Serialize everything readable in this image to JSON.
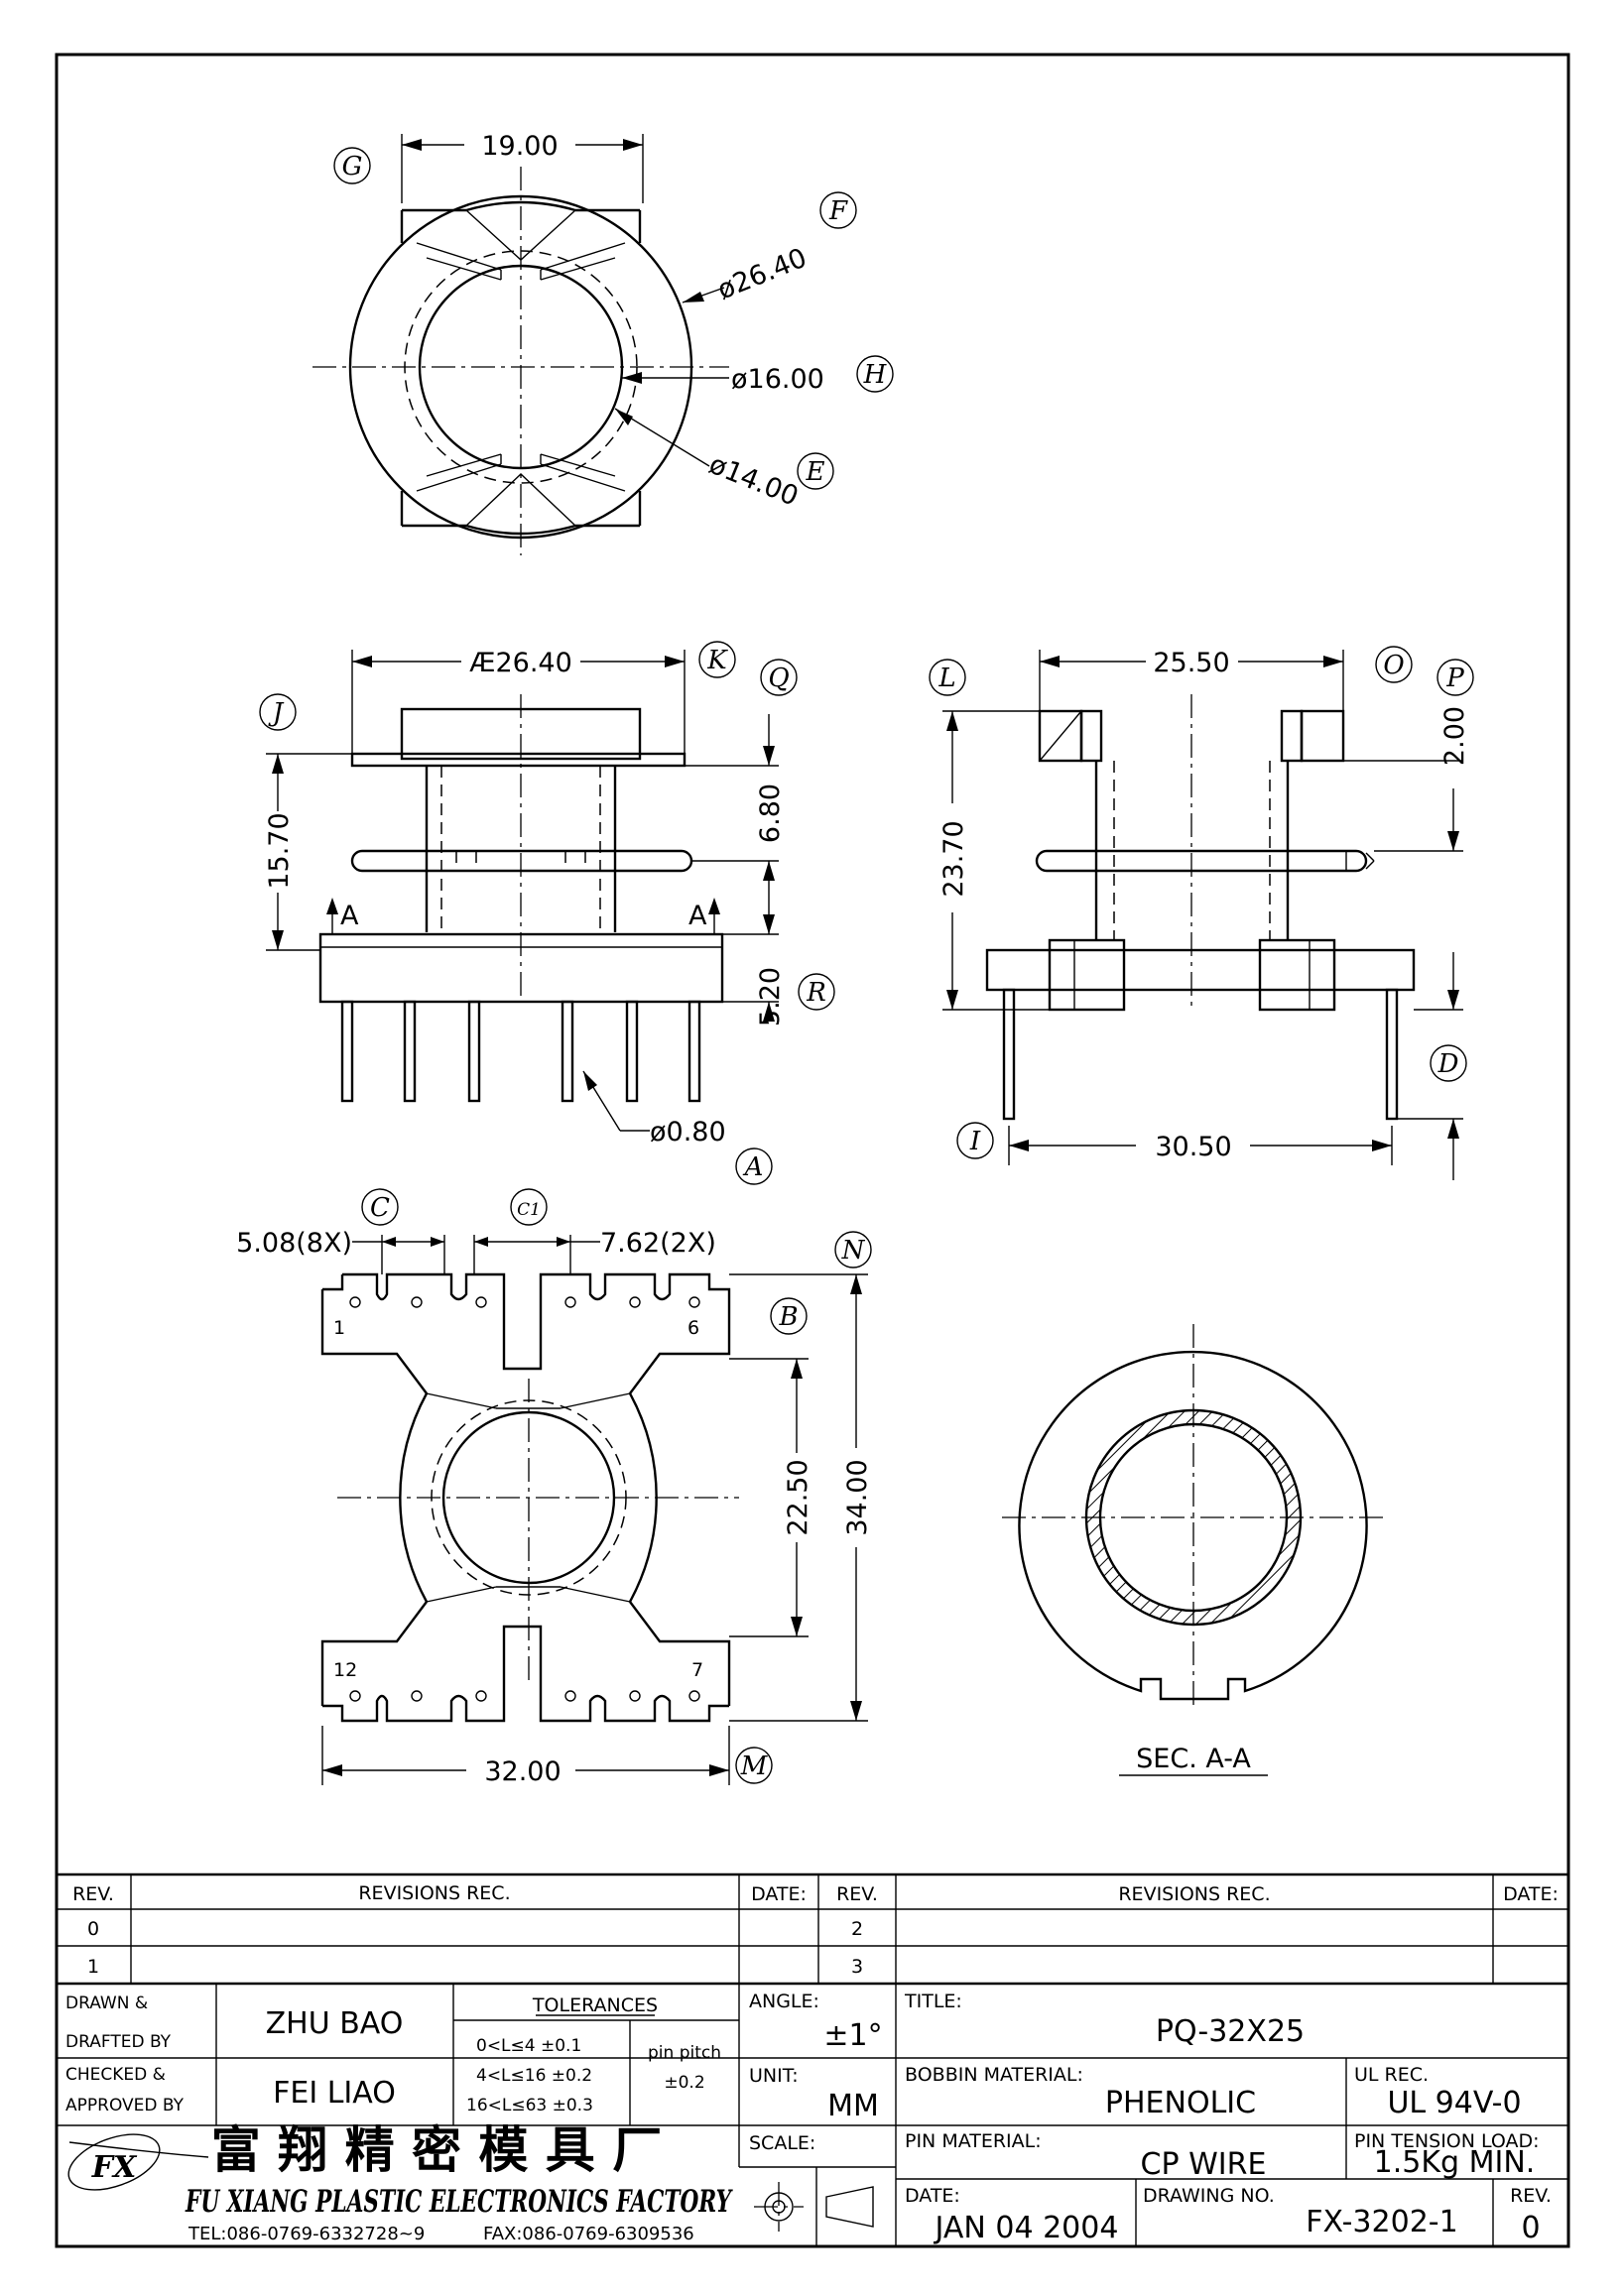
{
  "views": {
    "top": {
      "width": "19.00",
      "outer_dia": "ø26.40",
      "bore_dia": "ø16.00",
      "inner_dia": "ø14.00",
      "labels": {
        "g": "G",
        "f": "F",
        "h": "H",
        "e": "E"
      }
    },
    "front": {
      "flange_width": "Æ26.40",
      "flange_height": "15.70",
      "upper_gap": "6.80",
      "base_height": "5.20",
      "pin_dia": "ø0.80",
      "section_mark": "A",
      "labels": {
        "k": "K",
        "q": "Q",
        "j": "J",
        "r": "R",
        "a": "A"
      }
    },
    "side": {
      "top_width": "25.50",
      "total_height": "23.70",
      "flange_thk": "2.00",
      "base_width": "30.50",
      "labels": {
        "l": "L",
        "o": "O",
        "p": "P",
        "d": "D",
        "i": "I"
      }
    },
    "bottom": {
      "pin_pitch": "5.08(8X)",
      "center_pitch": "7.62(2X)",
      "inner_height": "22.50",
      "total_height": "34.00",
      "total_width": "32.00",
      "pins": {
        "p1": "1",
        "p6": "6",
        "p12": "12",
        "p7": "7"
      },
      "labels": {
        "c": "C",
        "c1": "C1",
        "n": "N",
        "b": "B",
        "m": "M"
      }
    },
    "section": {
      "caption": "SEC. A-A"
    }
  },
  "title_block": {
    "rev_header": "REV.",
    "revisions_header": "REVISIONS    REC.",
    "date_header": "DATE:",
    "revs_left": [
      "0",
      "1"
    ],
    "revs_right": [
      "2",
      "3"
    ],
    "drawn_label": [
      "DRAWN  &",
      "DRAFTED BY"
    ],
    "drawn_value": "ZHU   BAO",
    "checked_label": [
      "CHECKED  &",
      "APPROVED BY"
    ],
    "checked_value": "FEI LIAO",
    "tolerances_label": "TOLERANCES",
    "tolerances": [
      "0<L≤4    ±0.1",
      "4<L≤16  ±0.2",
      "16<L≤63  ±0.3"
    ],
    "pin_pitch_label": "pin pitch",
    "pin_pitch_value": "±0.2",
    "angle_label": "ANGLE:",
    "angle_value": "±1°",
    "unit_label": "UNIT:",
    "unit_value": "MM",
    "scale_label": "SCALE:",
    "title_label": "TITLE:",
    "title_value": "PQ-32X25",
    "bobbin_label": "BOBBIN MATERIAL:",
    "bobbin_value": "PHENOLIC",
    "ul_label": "UL REC.",
    "ul_value": "UL 94V-0",
    "pin_material_label": "PIN MATERIAL:",
    "pin_material_value": "CP WIRE",
    "pin_tension_label": "PIN TENSION LOAD:",
    "pin_tension_value": "1.5Kg  MIN.",
    "date_label": "DATE:",
    "date_value": "JAN 04 2004",
    "drawing_no_label": "DRAWING NO.",
    "drawing_no_value": "FX-3202-1",
    "rev_label": "REV.",
    "rev_value": "0",
    "company_cn": "富 翔 精 密 模 具 厂",
    "company_en": "FU XIANG PLASTIC ELECTRONICS FACTORY",
    "company_tel": "TEL:086-0769-6332728~9",
    "company_fax": "FAX:086-0769-6309536",
    "logo_letters": "FX"
  }
}
